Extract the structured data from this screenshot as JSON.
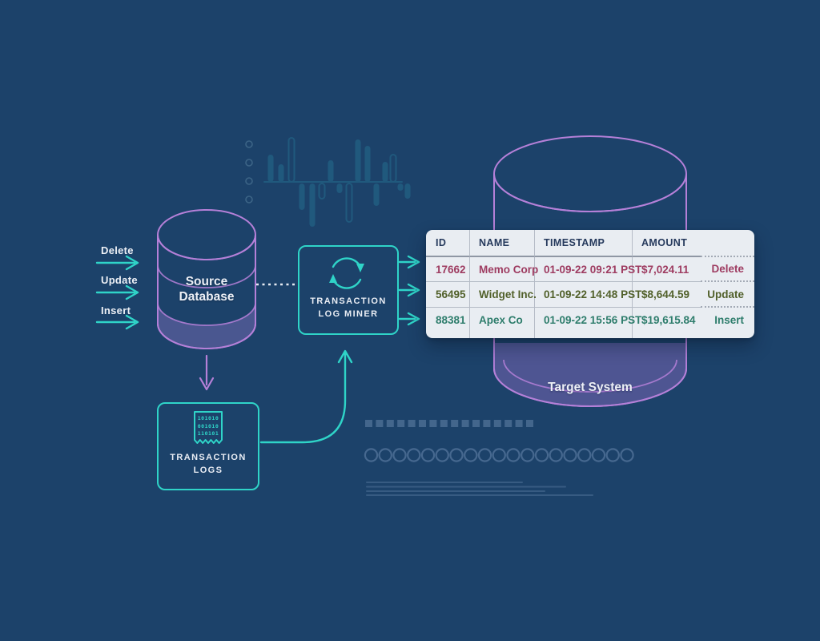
{
  "colors": {
    "background": "#1c426a",
    "teal_accent": "#2fd4c8",
    "purple_accent": "#b580d8",
    "table_background": "#e9edf2",
    "table_header_text": "#25395c",
    "delete_row": "#9e3c61",
    "update_row": "#51602a",
    "insert_row": "#2e7d6c"
  },
  "operations": {
    "items": [
      {
        "label": "Delete"
      },
      {
        "label": "Update"
      },
      {
        "label": "Insert"
      }
    ]
  },
  "source_database": {
    "label": "Source Database"
  },
  "log_miner": {
    "label": "TRANSACTION LOG MINER",
    "icon": "sync-icon"
  },
  "transaction_logs": {
    "label": "TRANSACTION LOGS",
    "icon": "receipt-binary-icon",
    "binary_lines": [
      "101010",
      "001010",
      "110101"
    ]
  },
  "target_system": {
    "label": "Target System"
  },
  "table": {
    "headers": [
      "ID",
      "NAME",
      "TIMESTAMP",
      "AMOUNT"
    ],
    "rows": [
      {
        "id": "17662",
        "name": "Memo Corp",
        "timestamp": "01-09-22 09:21 PST",
        "amount": "$7,024.11",
        "operation": "Delete",
        "color": "#9e3c61"
      },
      {
        "id": "56495",
        "name": "Widget Inc.",
        "timestamp": "01-09-22 14:48 PST",
        "amount": "$8,644.59",
        "operation": "Update",
        "color": "#51602a"
      },
      {
        "id": "88381",
        "name": "Apex Co",
        "timestamp": "01-09-22 15:56 PST",
        "amount": "$19,615.84",
        "operation": "Insert",
        "color": "#2e7d6c"
      }
    ]
  }
}
